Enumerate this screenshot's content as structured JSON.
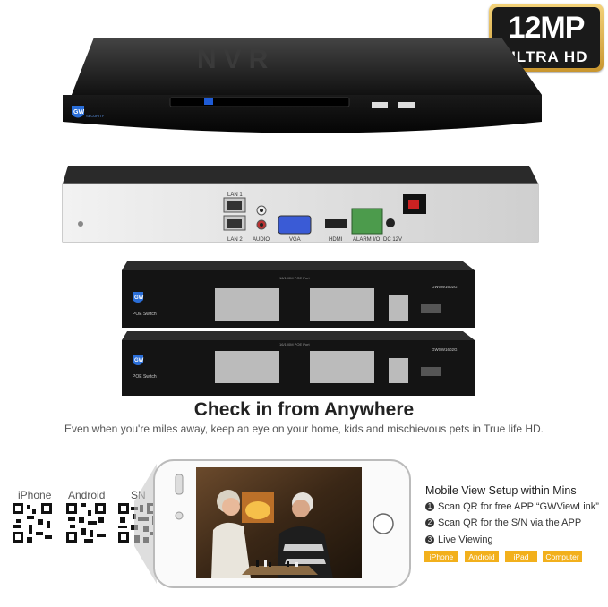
{
  "badge": {
    "resolution": "12MP",
    "subtitle": "ULTRA HD"
  },
  "nvr_front": {
    "logo_name": "gw-security-logo",
    "text": "SECURITY"
  },
  "nvr_rear": {
    "ports": {
      "lan1": "LAN 1",
      "lan2": "LAN 2",
      "audio": "AUDIO",
      "vga": "VGA",
      "hdmi": "HDMI",
      "alarm": "ALARM I/O",
      "dc": "DC 12V"
    }
  },
  "poe_switch": {
    "label": "POE Switch",
    "model": "GWSW1602G",
    "port_label": "16/100M POE Port"
  },
  "headline": "Check in from Anywhere",
  "subline": "Even when you're miles away, keep an eye on your home, kids and mischievous pets in True life HD.",
  "qr_codes": [
    {
      "label": "iPhone"
    },
    {
      "label": "Android"
    },
    {
      "label": "SN"
    }
  ],
  "mobile_setup": {
    "title": "Mobile View Setup within Mins",
    "steps": [
      {
        "num": "1",
        "text": "Scan QR for free APP “GWViewLink”"
      },
      {
        "num": "2",
        "text": "Scan QR for the S/N via the APP"
      },
      {
        "num": "3",
        "text": "Live Viewing"
      }
    ],
    "platforms": [
      "iPhone",
      "Android",
      "iPad",
      "Computer"
    ]
  },
  "colors": {
    "accent": "#f2b01c",
    "badge_gold": "#d6a53c",
    "device": "#1c1c1c"
  }
}
